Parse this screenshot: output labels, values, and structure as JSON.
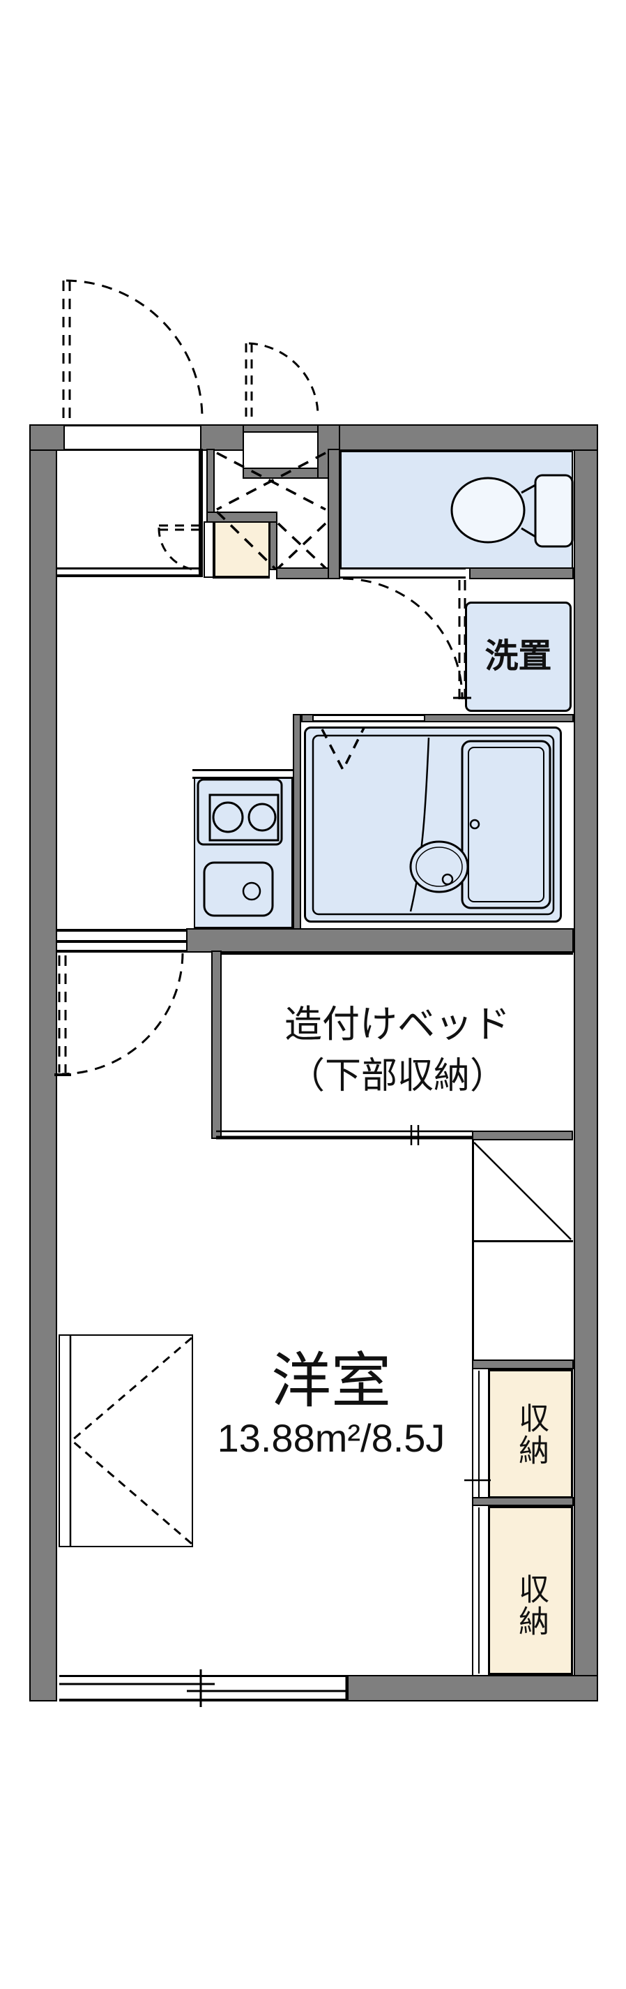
{
  "plan": {
    "labels": {
      "washer_space": "洗置",
      "bed_line1": "造付けベッド",
      "bed_line2": "（下部収納）",
      "room_name": "洋室",
      "room_area": "13.88m²/8.5J",
      "storage_top": "収納",
      "storage_bottom": "収納"
    },
    "colors": {
      "wall_gray": "#7f7f7f",
      "water_blue": "#dbe7f6",
      "storage_cream": "#faf0da",
      "line_black": "#000000",
      "background": "#ffffff"
    }
  }
}
